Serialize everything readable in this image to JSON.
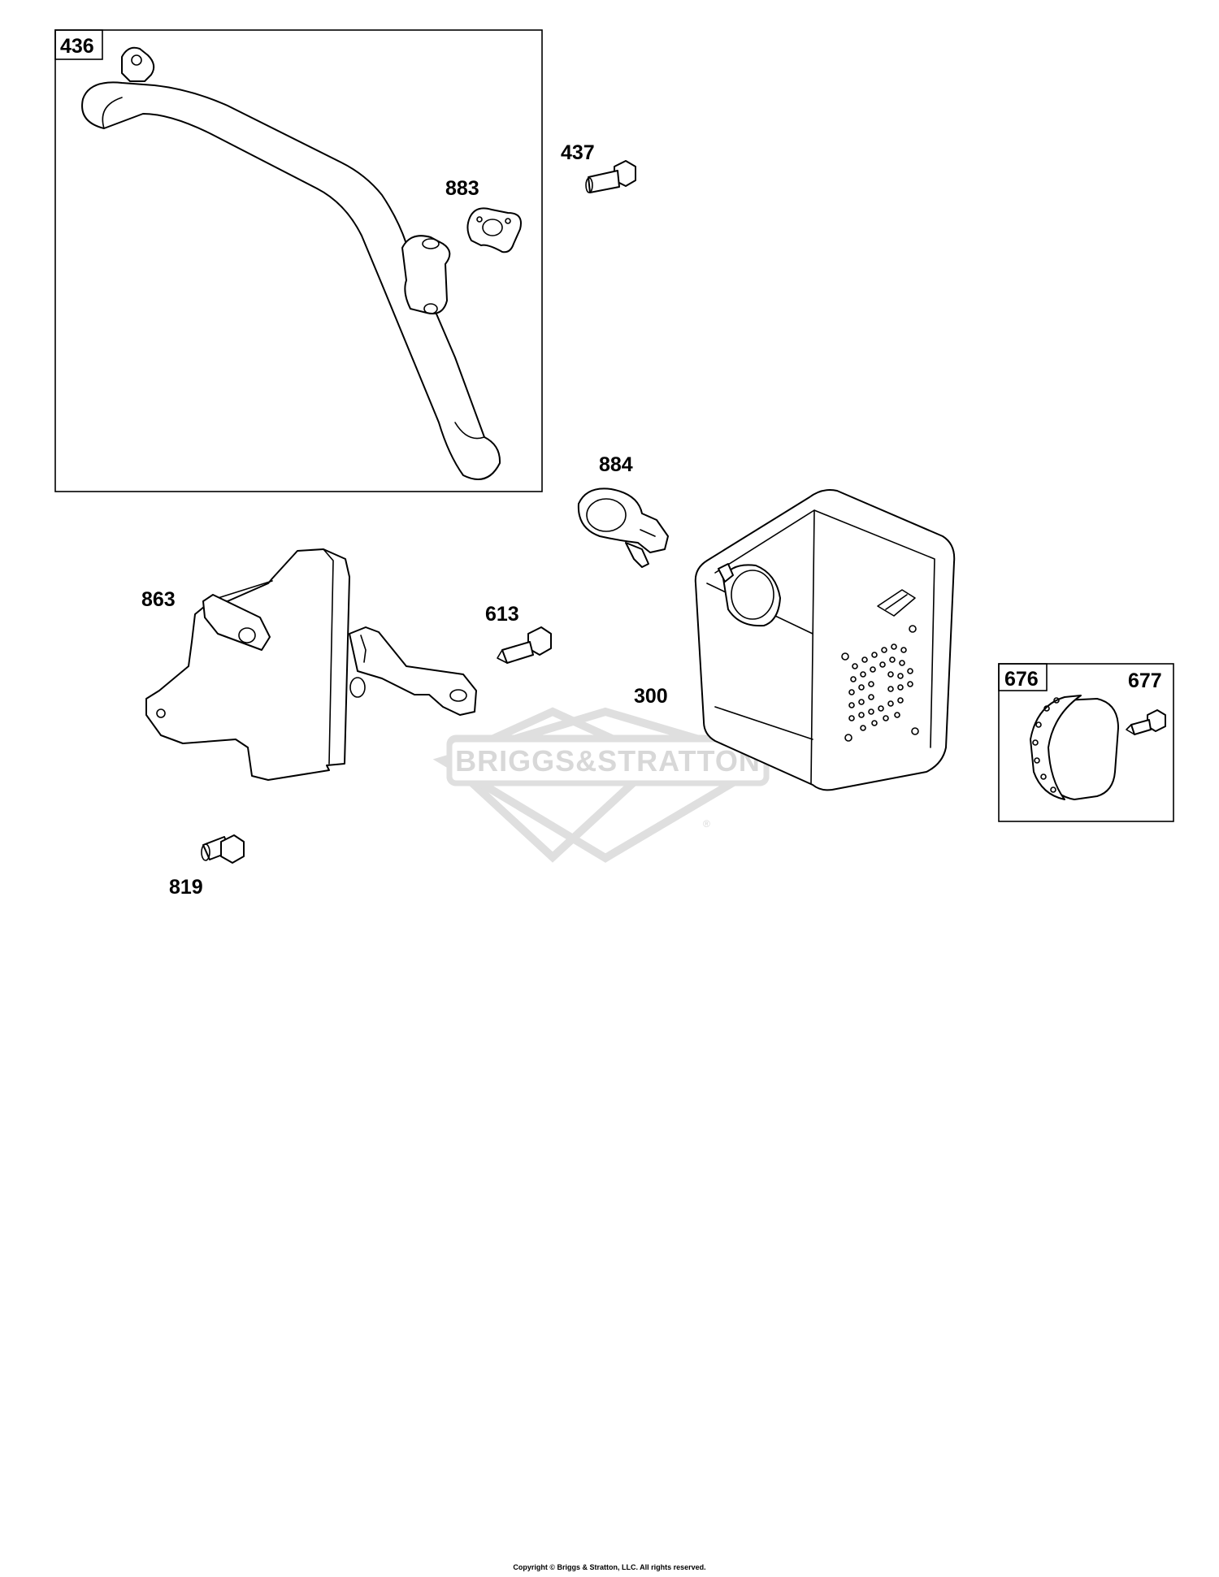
{
  "callouts": {
    "c436": "436",
    "c437": "437",
    "c883": "883",
    "c884": "884",
    "c863": "863",
    "c613": "613",
    "c300": "300",
    "c676": "676",
    "c677": "677",
    "c819": "819"
  },
  "watermark": {
    "text": "BRIGGS&STRATTON",
    "reg": "®",
    "color": "#d8d8d8"
  },
  "footer": {
    "copyright": "Copyright © Briggs & Stratton, LLC. All rights reserved."
  }
}
